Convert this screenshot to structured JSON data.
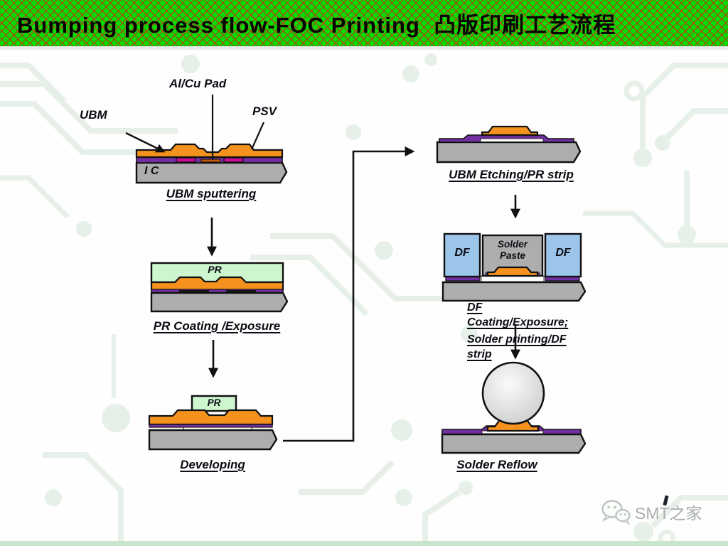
{
  "slide": {
    "title": "Bumping process flow-FOC Printing  凸版印刷工艺流程"
  },
  "labels": {
    "ubm": "UBM",
    "alcu_pad": "Al/Cu Pad",
    "psv": "PSV",
    "ic": "I C",
    "pr_coating": "PR",
    "pr_developing": "PR",
    "df_left": "DF",
    "df_right": "DF",
    "solder_paste": "Solder Paste"
  },
  "captions": {
    "step1": "UBM sputtering",
    "step2": "PR Coating /Exposure",
    "step3": "Developing",
    "step4": "UBM Etching/PR strip",
    "step5a": "DF Coating/Exposure;",
    "step5b": "Solder printing/DF strip",
    "step6": "Solder Reflow"
  },
  "watermark": {
    "text": "SMT之家"
  },
  "colors": {
    "header_green": "#02DD02",
    "hatch_red": "#A84B14",
    "outline": "#111111",
    "orange": "#F5921E",
    "purple": "#7030A0",
    "magenta": "#CB0C9B",
    "pad_brown": "#C05A11",
    "substrate_gray": "#ADADAD",
    "pr_green": "#CDF6CE",
    "df_blue": "#9CC5EA",
    "layer_white": "#FFFFFF",
    "black_layer": "#161616",
    "ball_light": "#FAFAFA",
    "ball_shade": "#CCCCCC",
    "watermark_gray": "#A9AFAA",
    "circuit_trace": "#E6F0E8",
    "bottom_strip": "#C9E5CB"
  }
}
